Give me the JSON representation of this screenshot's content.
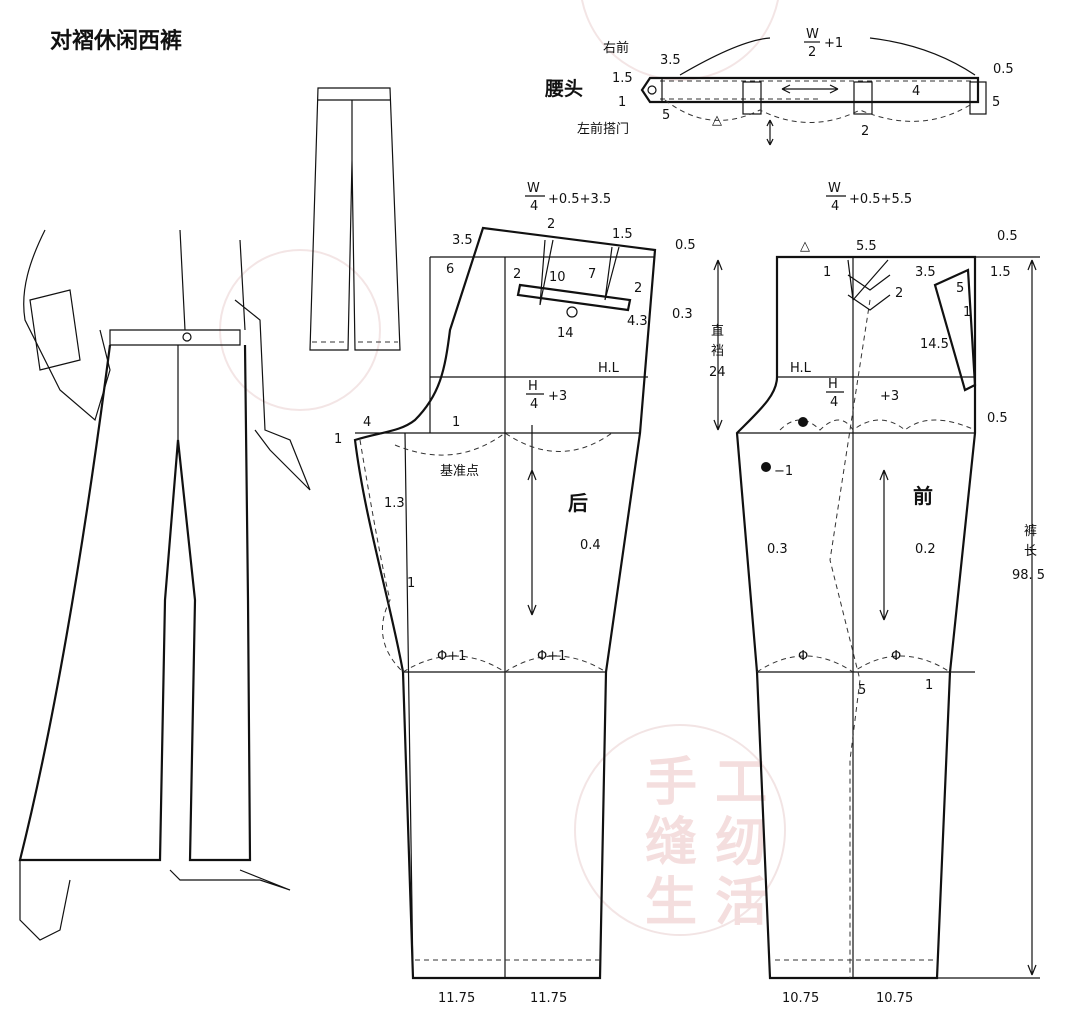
{
  "title": "对褶休闲西裤",
  "watermark": "手工缝纫生活",
  "waistband": {
    "label": "腰头",
    "right_front": "右前",
    "left_front_overlap": "左前搭门",
    "d1": "3.5",
    "d2": "1.5",
    "d3": "1",
    "d4": "5",
    "d5": "△",
    "frac_num": "W",
    "frac_den": "2",
    "frac_add": "+1",
    "d6": "0.5",
    "d7": "4",
    "d8": "5",
    "d9": "2"
  },
  "back": {
    "label": "后",
    "frac_num": "W",
    "frac_den": "4",
    "frac_add": "+0.5+3.5",
    "hip_num": "H",
    "hip_den": "4",
    "hip_add": "+3",
    "hl": "H.L",
    "ref_point": "基准点",
    "m": [
      "3.5",
      "6",
      "2",
      "10",
      "7",
      "1.5",
      "0.5",
      "2",
      "2",
      "14",
      "4.3",
      "0.3",
      "1",
      "4",
      "1",
      "1.3",
      "1",
      "0.4",
      "Φ+1",
      "Φ+1",
      "11.75",
      "11.75"
    ]
  },
  "front": {
    "label": "前",
    "frac_num": "W",
    "frac_den": "4",
    "frac_add": "+0.5+5.5",
    "hip_num": "H",
    "hip_den": "4",
    "hip_add": "+3",
    "hl": "H.L",
    "m": [
      "△",
      "5.5",
      "1",
      "2",
      "0.5",
      "3.5",
      "1.5",
      "5",
      "1",
      "14.5",
      "0.5",
      "−1",
      "0.3",
      "0.2",
      "Φ",
      "Φ",
      "5",
      "1",
      "10.75",
      "10.75"
    ]
  },
  "crotch_depth": {
    "label_1": "直",
    "label_2": "裆",
    "value": "24"
  },
  "trouser_length": {
    "label_1": "裤",
    "label_2": "长",
    "value": "98. 5"
  }
}
